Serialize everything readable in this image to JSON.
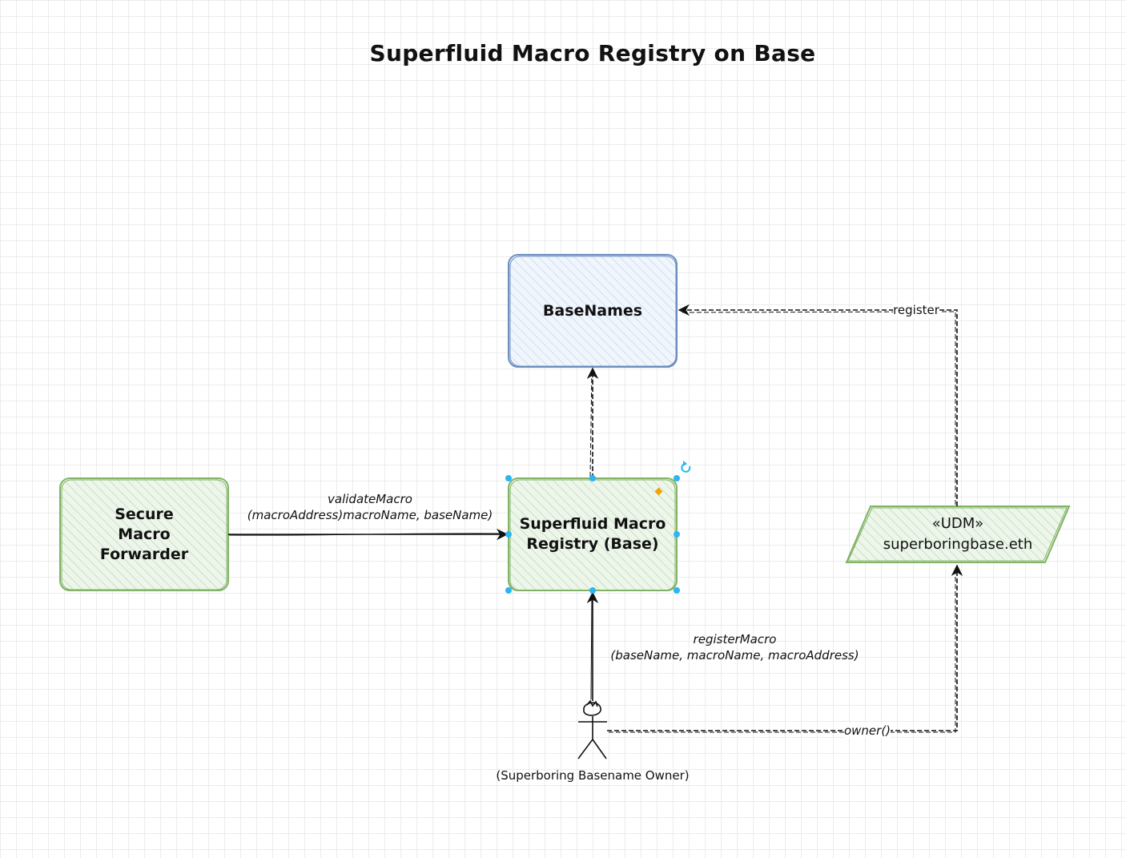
{
  "title": "Superfluid Macro Registry on Base",
  "nodes": {
    "basenames": {
      "label": "BaseNames",
      "fill": "#dae8fc",
      "stroke": "#6c8ebf"
    },
    "registry": {
      "line1": "Superfluid Macro",
      "line2": "Registry (Base)",
      "fill": "#d5e8d4",
      "stroke": "#82b366"
    },
    "forwarder": {
      "line1": "Secure",
      "line2": "Macro",
      "line3": "Forwarder",
      "fill": "#d5e8d4",
      "stroke": "#82b366"
    },
    "udm": {
      "line1": "«UDM»",
      "line2": "superboringbase.eth",
      "fill": "#d5e8d4",
      "stroke": "#82b366"
    },
    "owner": {
      "label": "(Superboring Basename Owner)"
    }
  },
  "edges": {
    "validate": {
      "line1": "validateMacro",
      "line2": "(macroAddress)macroName, baseName)"
    },
    "register_macro": {
      "line1": "registerMacro",
      "line2": "(baseName, macroName, macroAddress)"
    },
    "register": {
      "label": "register"
    },
    "owner_call": {
      "label": "owner()"
    }
  },
  "selection": {
    "handle_color": "#29b6f2",
    "hint_color": "#f0a30a"
  }
}
